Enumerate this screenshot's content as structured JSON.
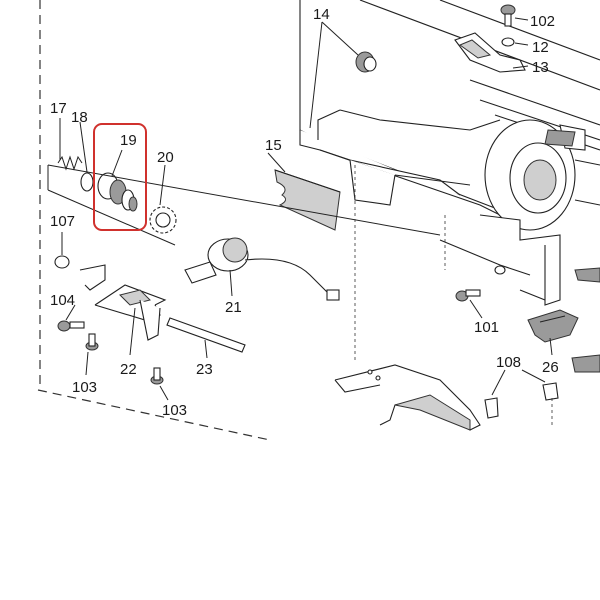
{
  "callouts": {
    "c14": "14",
    "c102": "102",
    "c12": "12",
    "c13": "13",
    "c17": "17",
    "c18": "18",
    "c19": "19",
    "c20": "20",
    "c15": "15",
    "c107": "107",
    "c21": "21",
    "c104": "104",
    "c101": "101",
    "c22": "22",
    "c23": "23",
    "c26": "26",
    "c108": "108",
    "c103a": "103",
    "c103b": "103"
  },
  "highlight": {
    "target_callout": "19",
    "color": "#d0312d"
  }
}
